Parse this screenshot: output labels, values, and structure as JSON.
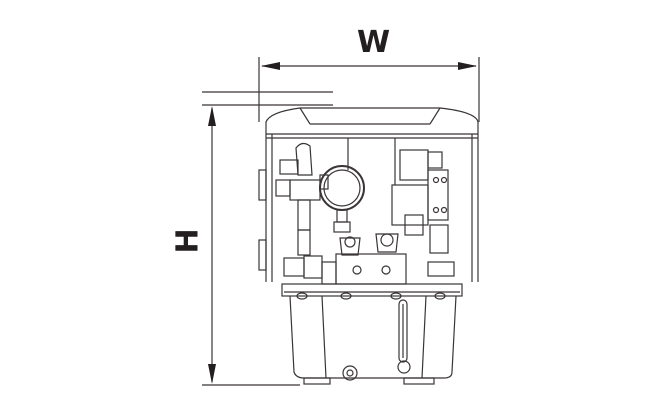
{
  "diagram": {
    "title": "Hydraulic pump unit dimension drawing",
    "dimensions": {
      "width_label": "W",
      "height_label": "H"
    },
    "colors": {
      "line": "#3a3536",
      "text": "#231f20",
      "background": "#ffffff"
    },
    "components": [
      "top-cover",
      "frame",
      "pressure-gauge",
      "valve-block",
      "quick-couplers",
      "manifold",
      "reservoir-tank",
      "level-sight-gauge",
      "drain-plug"
    ]
  }
}
